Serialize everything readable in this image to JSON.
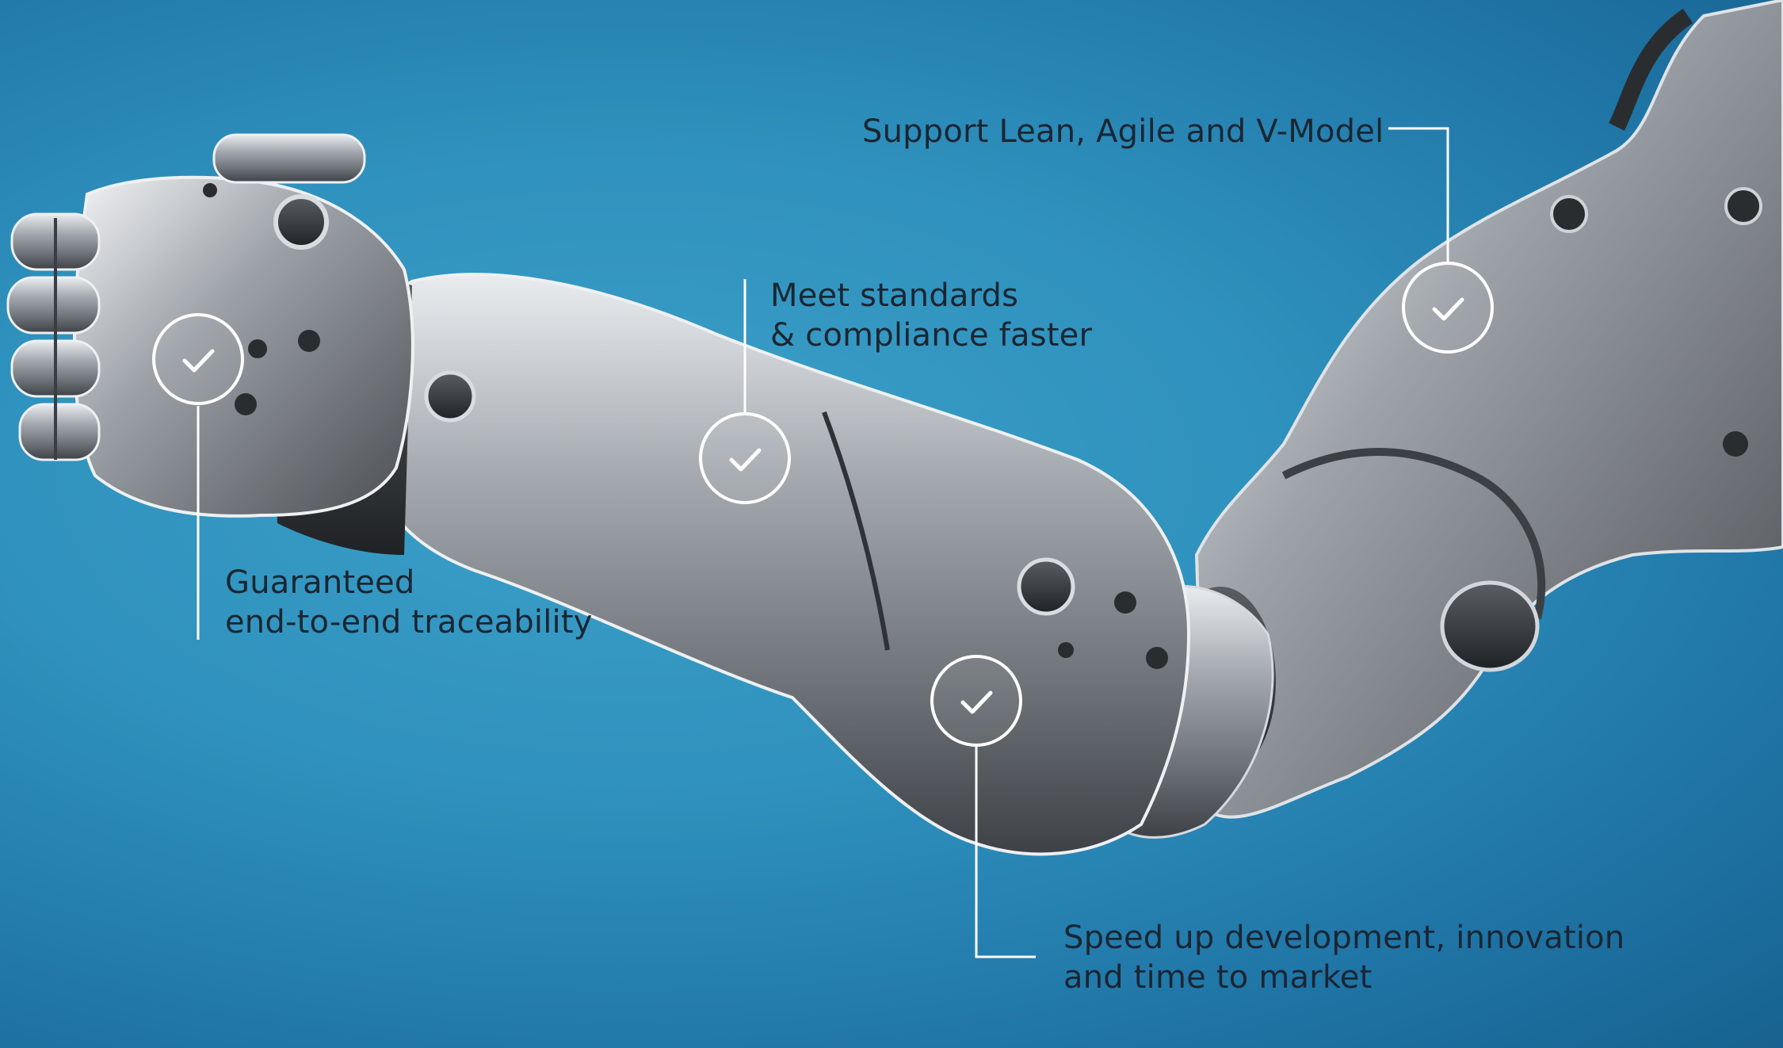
{
  "callouts": [
    {
      "id": "lean",
      "lines": [
        "Support Lean, Agile and V-Model"
      ]
    },
    {
      "id": "standards",
      "lines": [
        "Meet standards",
        "& compliance faster"
      ]
    },
    {
      "id": "trace",
      "lines": [
        "Guaranteed",
        "end-to-end traceability"
      ]
    },
    {
      "id": "speed",
      "lines": [
        "Speed up development, innovation",
        "and time to market"
      ]
    }
  ],
  "icons": [
    "robotic-arm-illustration",
    "check-icon"
  ],
  "colors": {
    "background": "#2f91bd",
    "text": "#1a2633",
    "marker": "#ffffff",
    "metal": "#8a8f95"
  }
}
